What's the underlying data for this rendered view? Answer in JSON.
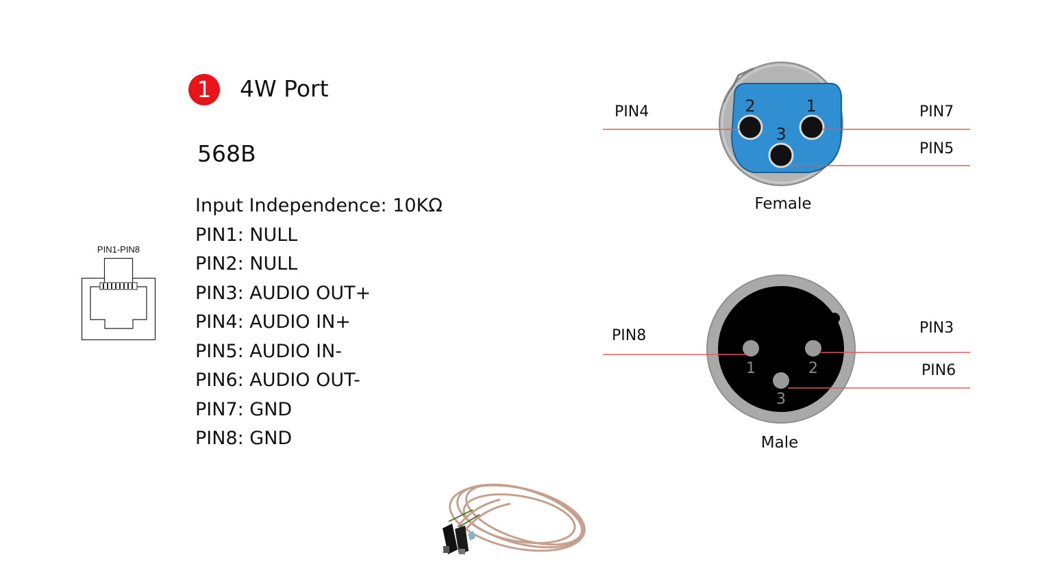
{
  "header": {
    "badge_number": "1",
    "port_title": "4W Port",
    "badge_color": "#e8141a"
  },
  "standard": "568B",
  "pin_list": [
    "Input Independence: 10KΩ",
    "PIN1: NULL",
    "PIN2: NULL",
    "PIN3: AUDIO OUT+",
    "PIN4: AUDIO IN+",
    "PIN5: AUDIO IN-",
    "PIN6: AUDIO OUT-",
    "PIN7: GND",
    "PIN8: GND"
  ],
  "rj45": {
    "caption": "PIN1-PIN8"
  },
  "female_connector": {
    "label": "Female",
    "contacts": [
      "2",
      "1",
      "3"
    ],
    "pins": {
      "left": "PIN4",
      "right_top": "PIN7",
      "right_bottom": "PIN5"
    },
    "body_color": "#2f8fd0"
  },
  "male_connector": {
    "label": "Male",
    "contacts": [
      "1",
      "2",
      "3"
    ],
    "pins": {
      "left": "PIN8",
      "right_top": "PIN3",
      "right_bottom": "PIN6"
    }
  },
  "line_color": "#e05a5a"
}
